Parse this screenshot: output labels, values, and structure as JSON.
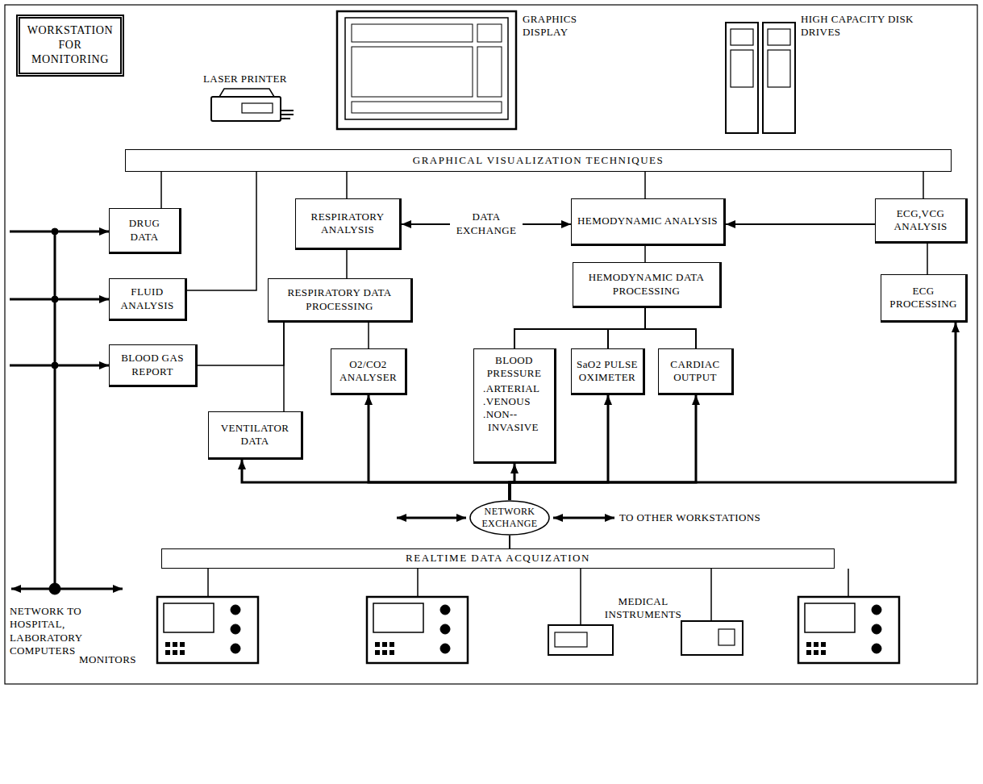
{
  "diagram": {
    "title": "WORKSTATION FOR MONITORING",
    "nodes": [
      {
        "text": [
          "GRAPHICAL VISUALIZATION TECHNIQUES"
        ]
      },
      {
        "text": [
          "DRUG DATA"
        ]
      },
      {
        "text": [
          "RESPIRATORY ANALYSIS"
        ]
      },
      {
        "text": [
          "HEMODYNAMIC ANALYSIS"
        ]
      },
      {
        "text": [
          "ECG,VCG ANALYSIS"
        ]
      },
      {
        "text": [
          "FLUID ANALYSIS"
        ]
      },
      {
        "text": [
          "RESPIRATORY DATA PROCESSING"
        ]
      },
      {
        "text": [
          "HEMODYNAMIC DATA PROCESSING"
        ]
      },
      {
        "text": [
          "ECG PROCESSING"
        ]
      },
      {
        "text": [
          "BLOOD GAS REPORT"
        ]
      },
      {
        "text": [
          "O2/CO2 ANALYSER"
        ]
      },
      {
        "text": [
          "BLOOD PRESSURE",
          ".ARTERIAL",
          ".VENOUS",
          ".NON-- INVASIVE"
        ]
      },
      {
        "text": [
          "SaO2 PULSE OXIMETER"
        ]
      },
      {
        "text": [
          "CARDIAC OUTPUT"
        ]
      },
      {
        "text": [
          "VENTILATOR DATA"
        ]
      },
      {
        "text": [
          "NETWORK EXCHANGE"
        ]
      },
      {
        "text": [
          "REALTIME DATA ACQUIZATION"
        ]
      }
    ],
    "edges": [
      {
        "from": 1,
        "to": 0,
        "arrow": "none"
      },
      {
        "from": 5,
        "to": 0,
        "arrow": "none"
      },
      {
        "from": 2,
        "to": 0,
        "arrow": "none"
      },
      {
        "from": 3,
        "to": 0,
        "arrow": "none"
      },
      {
        "from": 4,
        "to": 0,
        "arrow": "none"
      },
      {
        "from": 2,
        "to": 3,
        "label": "DATA EXCHANGE",
        "arrow": "both"
      },
      {
        "from": 4,
        "to": 3,
        "arrow": "to"
      },
      {
        "from": 6,
        "to": 2,
        "arrow": "none"
      },
      {
        "from": 7,
        "to": 3,
        "arrow": "none"
      },
      {
        "from": 8,
        "to": 4,
        "arrow": "none"
      },
      {
        "from": 6,
        "to": 9,
        "arrow": "none"
      },
      {
        "from": 6,
        "to": 14,
        "arrow": "none"
      },
      {
        "from": 10,
        "to": 6,
        "arrow": "none"
      },
      {
        "from": 7,
        "to": 11,
        "arrow": "none"
      },
      {
        "from": 7,
        "to": 12,
        "arrow": "none"
      },
      {
        "from": 7,
        "to": 13,
        "arrow": "none"
      },
      {
        "from": 15,
        "to": 14,
        "arrow": "to"
      },
      {
        "from": 15,
        "to": 10,
        "arrow": "to"
      },
      {
        "from": 15,
        "to": 11,
        "arrow": "to"
      },
      {
        "from": 15,
        "to": 12,
        "arrow": "to"
      },
      {
        "from": 15,
        "to": 13,
        "arrow": "to"
      },
      {
        "from": 15,
        "to": 8,
        "arrow": "to"
      },
      {
        "from": 16,
        "to": 15,
        "arrow": "none"
      }
    ],
    "labels": [
      "LASER PRINTER",
      "GRAPHICS DISPLAY",
      "HIGH CAPACITY DISK DRIVES",
      "NETWORK TO HOSPITAL, LABORATORY COMPUTERS",
      "TO OTHER WORKSTATIONS",
      "MEDICAL INSTRUMENTS",
      "MONITORS"
    ]
  }
}
